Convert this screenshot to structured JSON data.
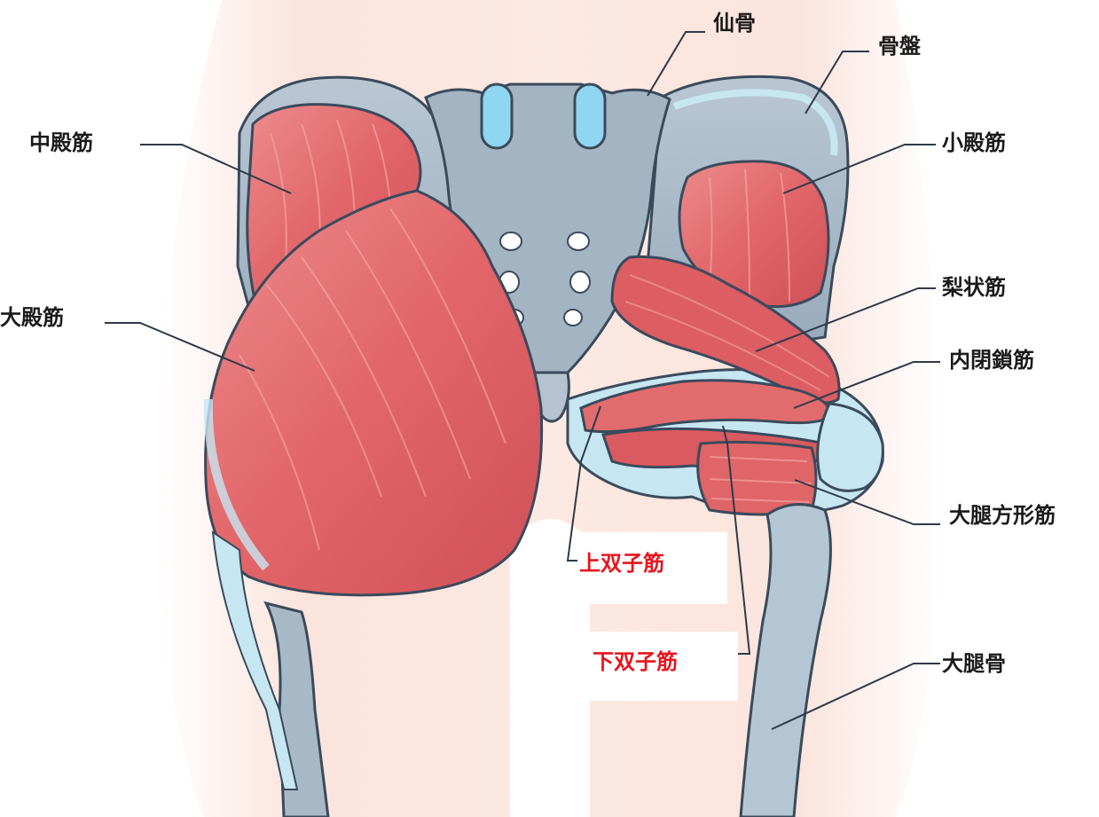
{
  "colors": {
    "skin": "#fbe3dc",
    "muscle": "#e2686b",
    "muscle_dark": "#c94c53",
    "muscle_light": "#f3a2a2",
    "bone": "#a7b8c6",
    "bone_dark": "#7f95a8",
    "cartilage": "#c6e6f2",
    "cartilage_bright": "#8fd6f1",
    "outline": "#3a4a5c",
    "label_black": "#1a1a1a",
    "label_red": "#e8141c"
  },
  "labels": {
    "sacrum": "仙骨",
    "pelvis": "骨盤",
    "gluteus_medius": "中殿筋",
    "gluteus_minimus": "小殿筋",
    "gluteus_maximus": "大殿筋",
    "piriformis": "梨状筋",
    "obturator_internus": "内閉鎖筋",
    "quadratus_femoris": "大腿方形筋",
    "gemellus_superior": "上双子筋",
    "gemellus_inferior": "下双子筋",
    "femur": "大腿骨"
  }
}
